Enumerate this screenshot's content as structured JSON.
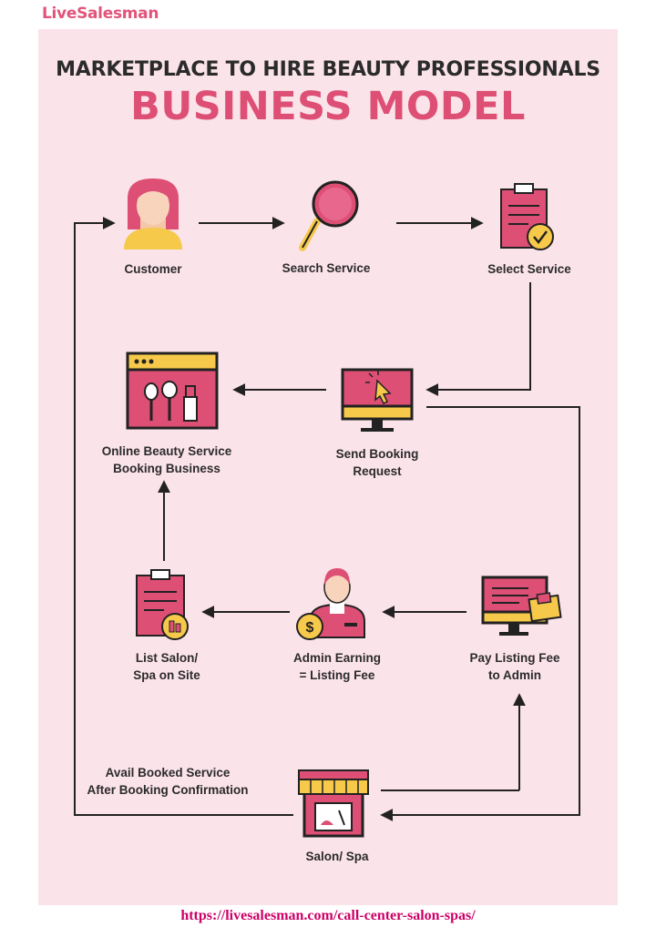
{
  "logo": "LiveSalesman",
  "title_line1": "MARKETPLACE TO HIRE BEAUTY PROFESSIONALS",
  "title_line2": "BUSINESS MODEL",
  "nodes": {
    "customer": "Customer",
    "search_service": "Search Service",
    "select_service": "Select Service",
    "online_beauty": [
      "Online Beauty Service",
      "Booking Business"
    ],
    "send_booking": [
      "Send Booking",
      "Request"
    ],
    "list_salon": [
      "List Salon/",
      "Spa on Site"
    ],
    "admin_earning": [
      "Admin Earning",
      "= Listing Fee"
    ],
    "pay_listing": [
      "Pay Listing Fee",
      "to Admin"
    ],
    "salon_spa": "Salon/ Spa"
  },
  "annotation": [
    "Avail Booked Service",
    "After Booking Confirmation"
  ],
  "footer_url": "https://livesalesman.com/call-center-salon-spas/",
  "colors": {
    "pink": "#dd4f75",
    "yellow": "#f6c94b",
    "panel": "#fbe3ea",
    "dark": "#2b2b2b"
  }
}
